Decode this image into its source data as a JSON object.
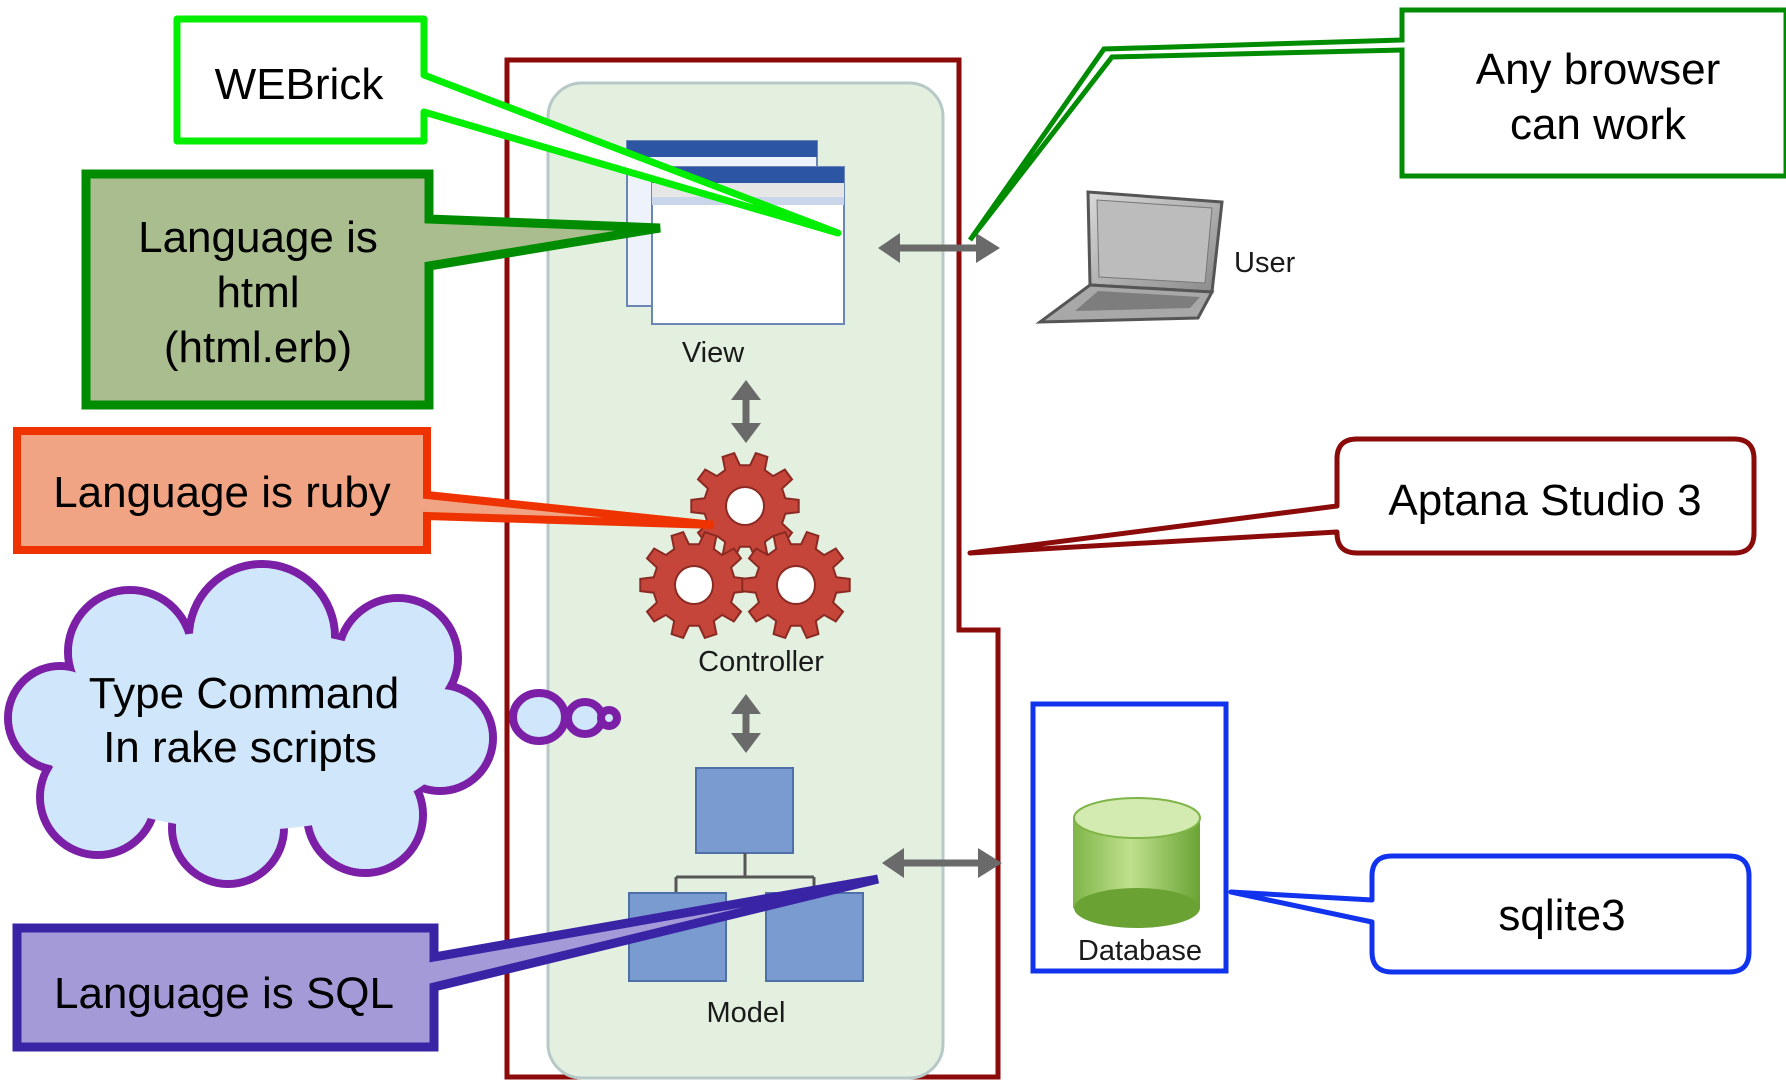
{
  "diagram": {
    "view_label": "View",
    "controller_label": "Controller",
    "model_label": "Model",
    "user_label": "User",
    "database_label": "Database"
  },
  "callouts": {
    "webrick": "WEBrick",
    "html_lines": [
      "Language is",
      "html",
      "(html.erb)"
    ],
    "ruby": "Language is ruby",
    "rake_lines": [
      "Type Command",
      "In rake scripts"
    ],
    "sql": "Language is SQL",
    "browser_lines": [
      "Any browser",
      "can work"
    ],
    "aptana": "Aptana Studio 3",
    "sqlite": "sqlite3"
  },
  "colors": {
    "bright_green": "#00ee00",
    "dark_green": "#008c00",
    "html_fill": "#a9bd8f",
    "orange": "#ee3300",
    "ruby_fill": "#f0a484",
    "purple": "#7a1fa6",
    "cloud_fill": "#cfe6fb",
    "sql_border": "#3a24a6",
    "sql_fill": "#a59ad8",
    "dark_red": "#8b0a0a",
    "blue": "#1233ee",
    "panel_fill": "#e3f0e0",
    "gear": "#c6453a",
    "model_blue": "#7a9bd0",
    "db_green": "#8fc55a",
    "arrow_gray": "#6a6a6a"
  }
}
